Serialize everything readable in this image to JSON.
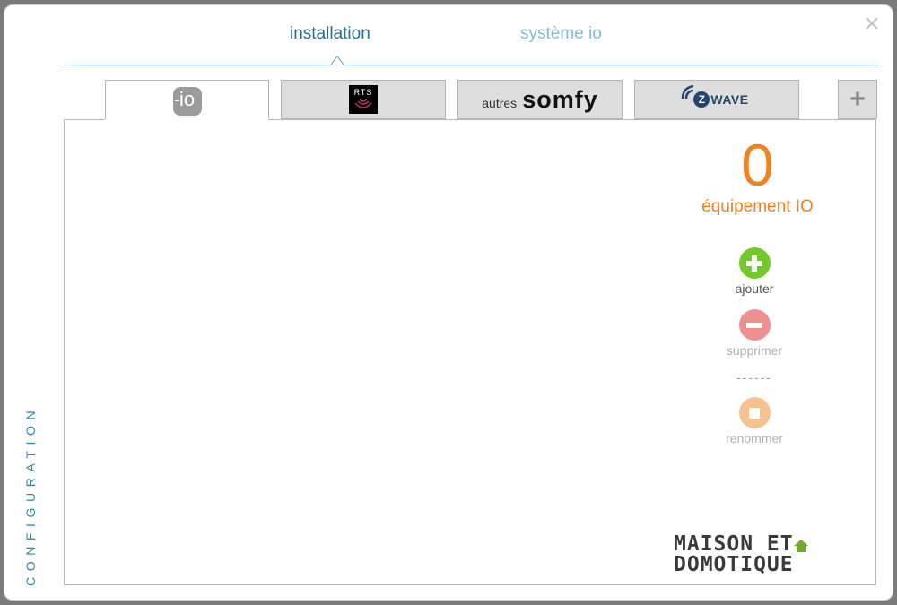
{
  "dialog": {
    "close_label": "×",
    "side_label": "CONFIGURATION"
  },
  "top_tabs": [
    {
      "label": "installation",
      "active": true
    },
    {
      "label": "système io",
      "active": false
    }
  ],
  "device_tabs": [
    {
      "label": "io",
      "active": true
    },
    {
      "label": "RTS",
      "active": false
    },
    {
      "prefix": "autres",
      "label": "somfy",
      "active": false
    },
    {
      "label": "WAVE",
      "badge": "Z",
      "active": false
    }
  ],
  "add_tab_label": "+",
  "counter": {
    "value": "0",
    "label": "équipement IO"
  },
  "actions": {
    "add": {
      "label": "ajouter"
    },
    "remove": {
      "label": "supprimer"
    },
    "separator": "------",
    "rename": {
      "label": "renommer"
    }
  },
  "logo": {
    "line1": "MAISON ET",
    "line2": "DOMOTIQUE"
  },
  "colors": {
    "accent_teal": "#1f7290",
    "accent_teal_light": "#7fbfd2",
    "accent_orange": "#f08321",
    "add_green": "#73c92a",
    "remove_red": "#ef8f8f",
    "rename_orange": "#f6c28d",
    "logo_green": "#72a82e"
  }
}
